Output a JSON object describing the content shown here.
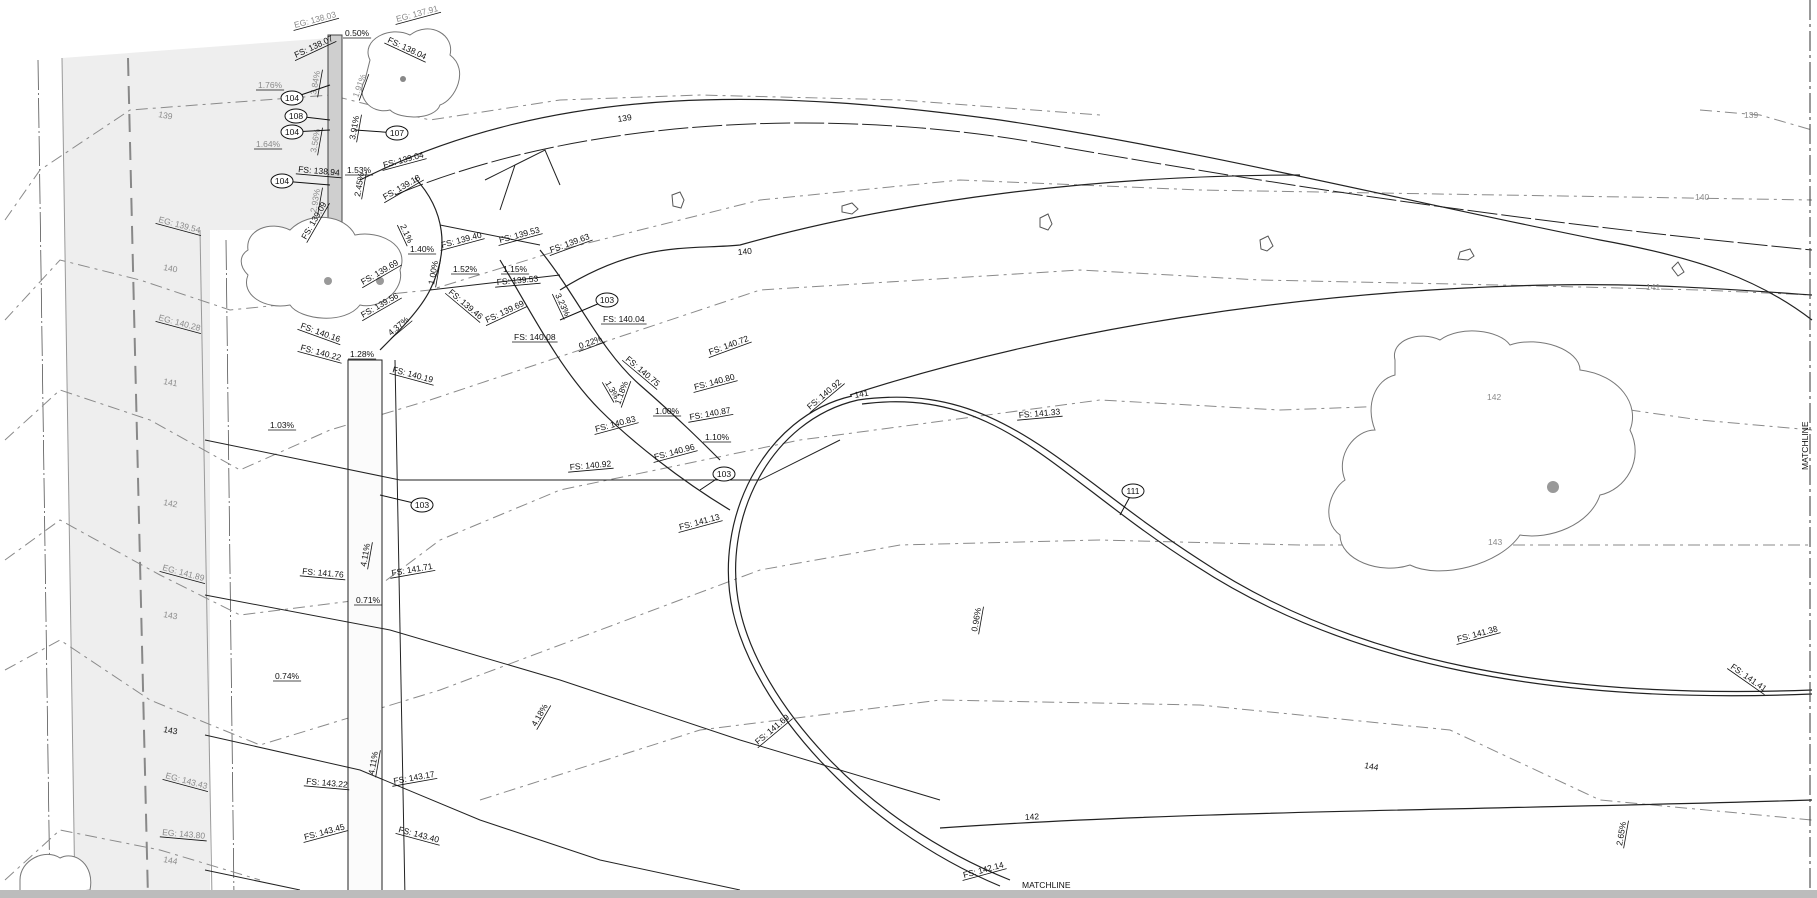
{
  "contour_labels": [
    "139",
    "140",
    "141",
    "142",
    "143",
    "144"
  ],
  "existing_grade_labels": [
    "EG: 138.03",
    "EG: 137.91",
    "EG: 139.54",
    "EG: 140.28",
    "EG: 141.89",
    "EG: 143.43",
    "EG: 143.80"
  ],
  "finish_spot_labels": [
    "FS: 138.07",
    "FS: 138.04",
    "FS: 138.94",
    "FS: 139.04",
    "FS: 139.18",
    "FS: 139.09",
    "FS: 139.40",
    "FS: 139.53",
    "FS: 139.63",
    "FS: 139.69",
    "FS: 139.53",
    "FS: 139.56",
    "FS: 139.46",
    "FS: 139.69",
    "FS: 140.04",
    "FS: 140.08",
    "FS: 140.16",
    "FS: 140.22",
    "FS: 140.19",
    "FS: 140.72",
    "FS: 140.75",
    "FS: 140.80",
    "FS: 140.87",
    "FS: 140.92",
    "FS: 140.83",
    "FS: 140.92",
    "FS: 140.96",
    "FS: 141.13",
    "FS: 141.33",
    "FS: 141.76",
    "FS: 141.71",
    "FS: 141.38",
    "FS: 141.41",
    "FS: 141.69",
    "FS: 142.14",
    "FS: 143.22",
    "FS: 143.17",
    "FS: 143.45",
    "FS: 143.40"
  ],
  "slope_labels": [
    "0.50%",
    "1.76%",
    "1.91%",
    "1.64%",
    "3.84%",
    "3.91%",
    "3.56%",
    "2.93%",
    "1.53%",
    "2.45%",
    "2.1%",
    "1.40%",
    "1.00%",
    "1.52%",
    "1.15%",
    "3.23%",
    "1.28%",
    "4.37%",
    "0.22%",
    "1.3%",
    "1.18%",
    "1.00%",
    "1.10%",
    "1.03%",
    "0.71%",
    "4.11%",
    "0.74%",
    "4.11%",
    "4.18%",
    "0.96%",
    "2.65%"
  ],
  "callouts": [
    "104",
    "108",
    "104",
    "107",
    "104",
    "103",
    "103",
    "103",
    "111"
  ],
  "matchlines": [
    "MATCHLINE",
    "MATCHLINE"
  ]
}
